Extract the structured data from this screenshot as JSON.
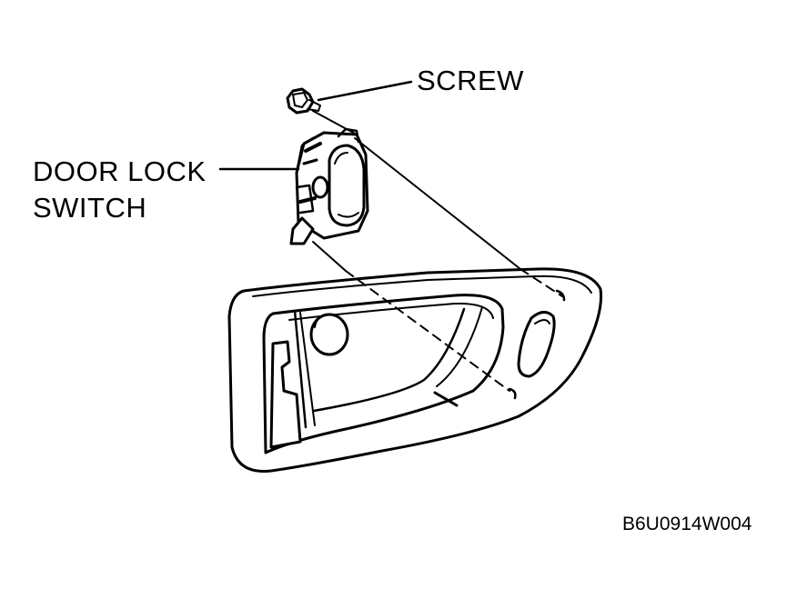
{
  "labels": {
    "screw": "SCREW",
    "door_lock_line1": "DOOR LOCK",
    "door_lock_line2": "SWITCH"
  },
  "figure_code": "B6U0914W004",
  "colors": {
    "ink": "#000000",
    "paper": "#ffffff",
    "shade": "#d9d9d9"
  }
}
